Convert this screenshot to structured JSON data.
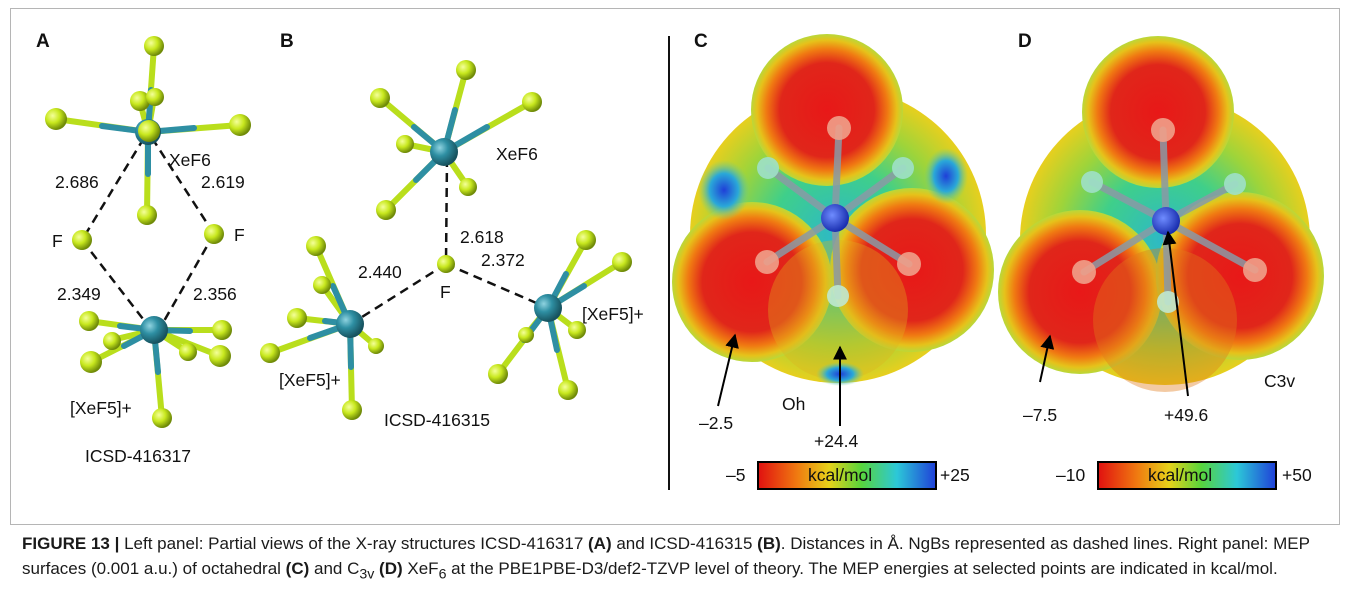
{
  "panels": {
    "A": {
      "letter": "A",
      "xef6_label": "XeF6",
      "f_left": "F",
      "f_right": "F",
      "d1": "2.686",
      "d2": "2.619",
      "d3": "2.349",
      "d4": "2.356",
      "cation_label": "[XeF5]+",
      "icsd": "ICSD-416317"
    },
    "B": {
      "letter": "B",
      "xef6_label": "XeF6",
      "d_top": "2.618",
      "d_left": "2.440",
      "d_right": "2.372",
      "f_label": "F",
      "cation_left": "[XeF5]+",
      "cation_right": "[XeF5]+",
      "icsd": "ICSD-416315"
    },
    "C": {
      "letter": "C",
      "sym": "Oh",
      "v1": "–2.5",
      "v2": "+24.4",
      "scale_min": "–5",
      "scale_unit": "kcal/mol",
      "scale_max": "+25"
    },
    "D": {
      "letter": "D",
      "sym": "C3v",
      "v1": "–7.5",
      "v2": "+49.6",
      "scale_min": "–10",
      "scale_unit": "kcal/mol",
      "scale_max": "+50"
    }
  },
  "colors": {
    "xe": "#2e8fa3",
    "f": "#c8e81e",
    "bond_f": "#b9de1c",
    "mep_red": "#e31b1b",
    "mep_blue": "#2848d8"
  },
  "caption": {
    "label": "FIGURE 13 |",
    "p1": " Left panel: Partial views of the X-ray structures ICSD-416317 ",
    "a": "(A)",
    "p2": " and ICSD-416315 ",
    "b": "(B)",
    "p3": ". Distances in Å. NgBs represented as dashed lines. Right panel: MEP surfaces (0.001 a.u.) of octahedral ",
    "c": "(C)",
    "p4": " and C",
    "sub3v": "3v",
    "p5": " ",
    "d": "(D)",
    "p6": " XeF",
    "sub6": "6",
    "p7": " at the PBE1PBE-D3/def2-TZVP level of theory. The MEP energies at selected points are indicated in kcal/mol."
  }
}
